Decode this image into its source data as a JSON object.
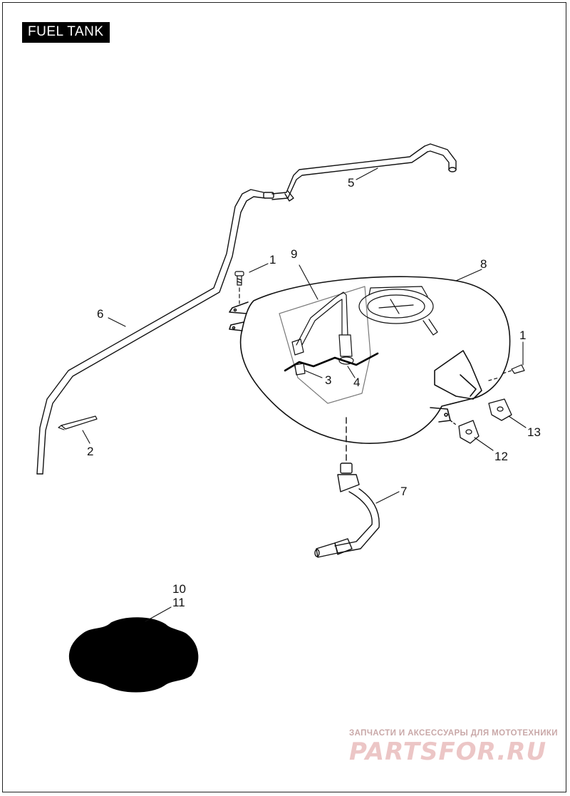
{
  "title": "FUEL TANK",
  "callouts": {
    "c1a": "1",
    "c1b": "1",
    "c2": "2",
    "c3": "3",
    "c4": "4",
    "c5": "5",
    "c6": "6",
    "c7": "7",
    "c8": "8",
    "c9": "9",
    "c10": "10",
    "c11": "11",
    "c12": "12",
    "c13": "13"
  },
  "watermark": {
    "line1": "ЗАПЧАСТИ И АКСЕССУАРЫ ДЛЯ МОТОТЕХНИКИ",
    "line2": "PARTSFOR.RU"
  }
}
